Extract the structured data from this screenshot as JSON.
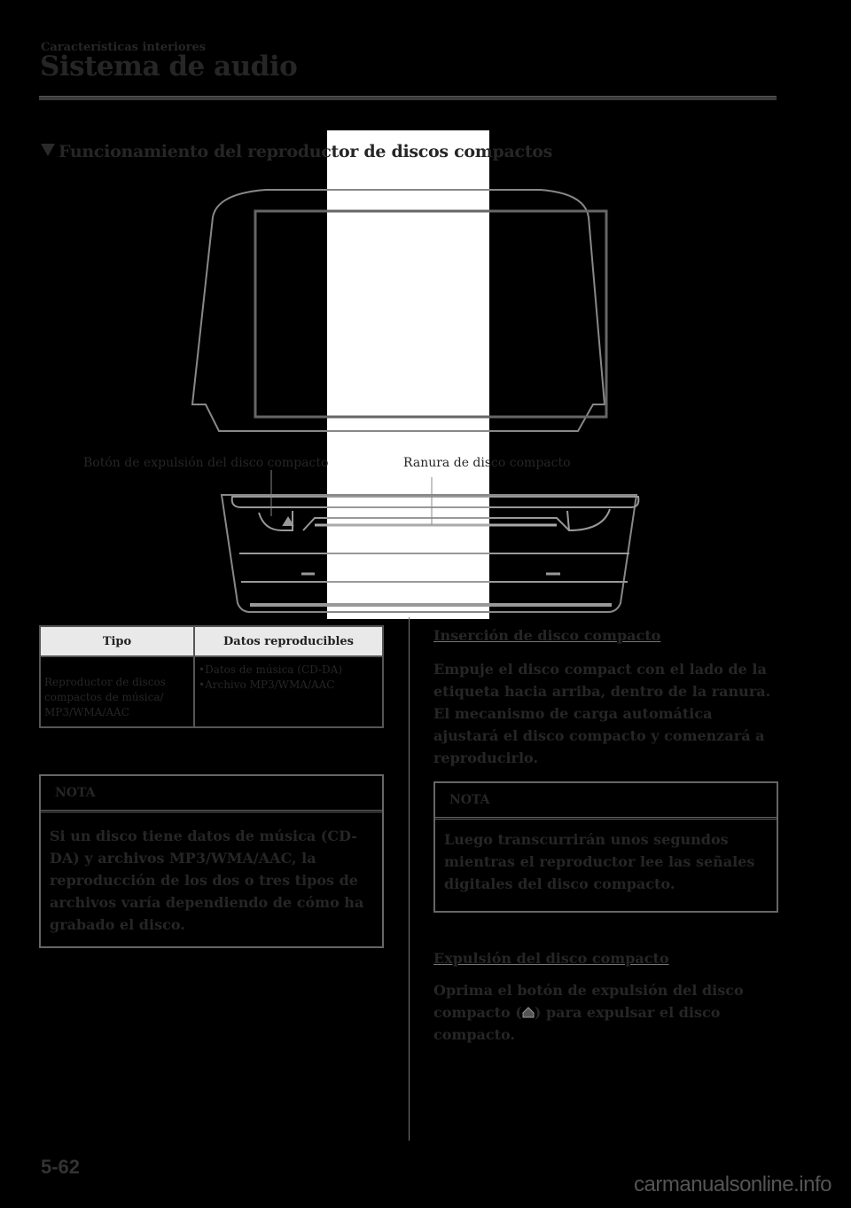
{
  "header": {
    "section_label": "Características interiores",
    "page_title": "Sistema de audio"
  },
  "main": {
    "heading": "Funcionamiento del reproductor de discos compactos",
    "figure": {
      "callouts": [
        {
          "label": "Botón de expulsión del disco compacto"
        },
        {
          "label": "Ranura de disco compacto"
        }
      ]
    },
    "table": {
      "headers": [
        "Tipo",
        "Datos reproducibles"
      ],
      "rows": [
        {
          "tipo": "Reproductor de discos compactos de música/ MP3/WMA/AAC",
          "datos": [
            "•Datos de música (CD-DA)",
            "•Archivo MP3/WMA/AAC"
          ]
        }
      ]
    },
    "nota_left": {
      "title": "NOTA",
      "body": "Si un disco tiene datos de música (CD-DA) y archivos MP3/WMA/AAC, la reproducción de los dos o tres tipos de archivos varía dependiendo de cómo ha grabado el disco."
    },
    "insertion": {
      "title": "Inserción de disco compacto",
      "body": "Empuje el disco compact con el lado de la etiqueta hacia arriba, dentro de la ranura. El mecanismo de carga automática ajustará el disco compacto y comenzará a reproducirlo."
    },
    "nota_right": {
      "title": "NOTA",
      "body": "Luego transcurrirán unos segundos mientras el reproductor lee las señales digitales del disco compacto."
    },
    "ejection": {
      "title": "Expulsión del disco compacto",
      "body_before": "Oprima el botón de expulsión del disco compacto (",
      "icon": "eject-icon",
      "body_after": ") para expulsar el disco compacto."
    }
  },
  "footer": {
    "page_number": "5-62",
    "watermark": "carmanualsonline.info"
  }
}
